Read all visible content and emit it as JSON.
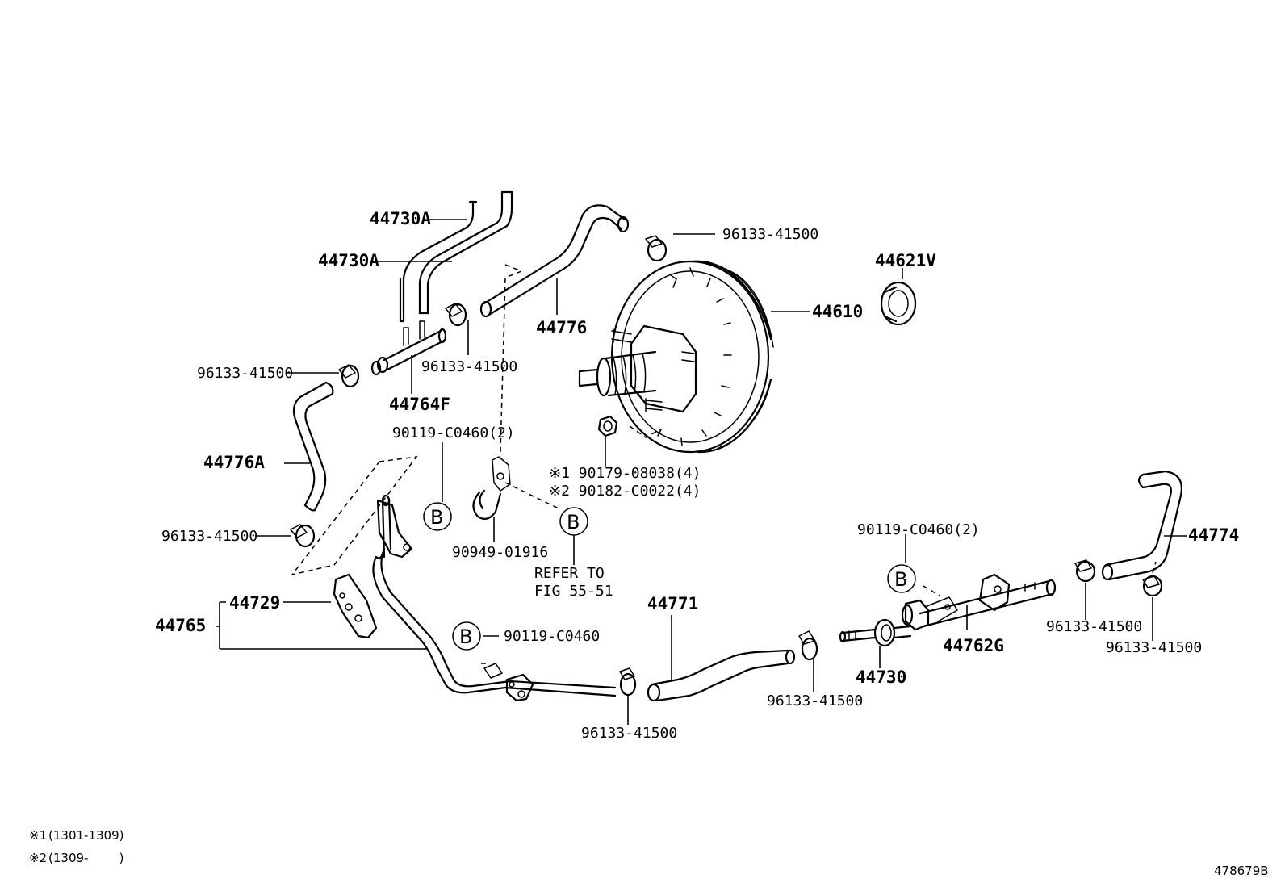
{
  "diagram": {
    "drawing_number": "478679B",
    "notes": [
      {
        "mark": "※1",
        "range": "(1301-1309)"
      },
      {
        "mark": "※2",
        "range": "(1309-        )"
      }
    ],
    "part_labels": {
      "p44730A_1": "44730A",
      "p44730A_2": "44730A",
      "p44776": "44776",
      "p44610": "44610",
      "p44621V": "44621V",
      "p44764F": "44764F",
      "p44776A": "44776A",
      "p44765": "44765",
      "p44729": "44729",
      "p44771": "44771",
      "p44730": "44730",
      "p44762G": "44762G",
      "p44774": "44774",
      "c96133_top": "96133-41500",
      "c96133_left": "96133-41500",
      "c96133_mid": "96133-41500",
      "c96133_lower_left": "96133-41500",
      "c96133_bottom": "96133-41500",
      "c96133_center_bottom": "96133-41500",
      "c96133_right1": "96133-41500",
      "c96133_right2": "96133-41500",
      "b90119_a": "90119-C0460(2)",
      "b90119_b": "90119-C0460(2)",
      "b90119_c": "90119-C0460",
      "n90179": "※1 90179-08038(4)",
      "n90182": "※2 90182-C0022(4)",
      "p90949": "90949-01916",
      "refer1": "REFER TO",
      "refer2": "FIG 55-51"
    },
    "callout_letter": "B"
  }
}
